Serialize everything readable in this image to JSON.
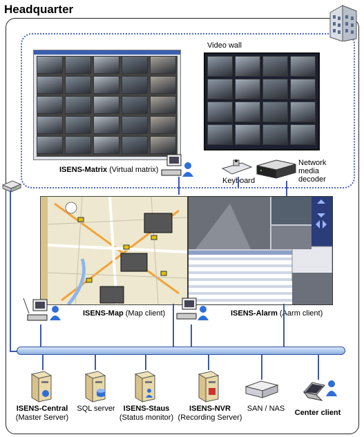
{
  "headquarter": {
    "title": "Headquarter"
  },
  "video_wall": {
    "title": "Video wall"
  },
  "matrix": {
    "name": "ISENS-Matrix",
    "desc": "(Virtual matrix)"
  },
  "keyboard": {
    "label": "Keyboard"
  },
  "decoder": {
    "line1": "Network",
    "line2": "media",
    "line3": "decoder"
  },
  "map": {
    "name": "ISENS-Map",
    "desc": "(Map client)"
  },
  "alarm": {
    "name": "ISENS-Alarm",
    "desc": "(Aarm client)"
  },
  "servers": [
    {
      "name": "ISENS-Central",
      "desc": "(Master Server)"
    },
    {
      "name": "",
      "desc": "SQL server"
    },
    {
      "name": "ISENS-Staus",
      "desc": "(Status monitor)"
    },
    {
      "name": "ISENS-NVR",
      "desc": "(Recording Server)"
    },
    {
      "name": "",
      "desc": "SAN / NAS"
    },
    {
      "name": "Center client",
      "desc": ""
    }
  ],
  "colors": {
    "network_bus": "#a9c4ea",
    "dotted_border": "#4a63c9",
    "wire": "#3a5aa8"
  }
}
